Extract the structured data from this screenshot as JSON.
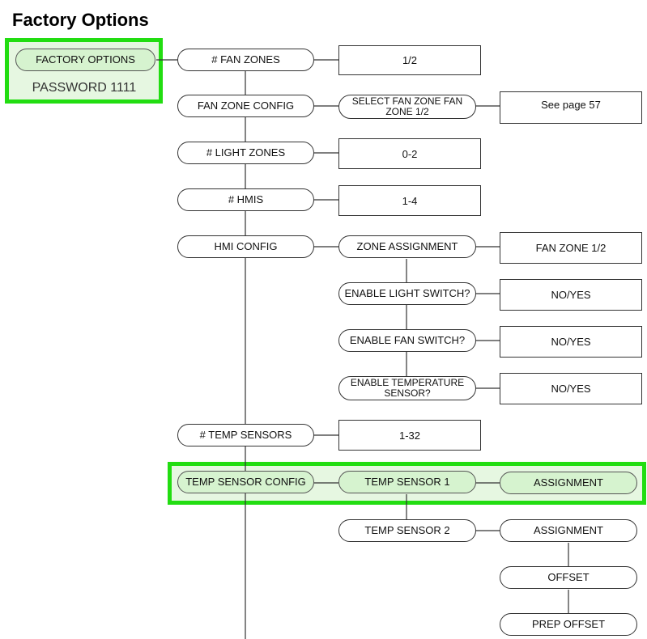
{
  "title": "Factory Options",
  "root": {
    "label": "FACTORY OPTIONS",
    "password": "PASSWORD 1111"
  },
  "menu": [
    {
      "label": "# FAN ZONES",
      "value": "1/2"
    },
    {
      "label": "FAN ZONE CONFIG",
      "sub": "SELECT FAN ZONE FAN ZONE 1/2",
      "value": "See page 57"
    },
    {
      "label": "# LIGHT ZONES",
      "value": "0-2"
    },
    {
      "label": "# HMIS",
      "value": "1-4"
    },
    {
      "label": "HMI CONFIG"
    },
    {
      "label": "# TEMP SENSORS",
      "value": "1-32"
    },
    {
      "label": "TEMP SENSOR CONFIG"
    }
  ],
  "hmi_config": [
    {
      "label": "ZONE ASSIGNMENT",
      "value": "FAN ZONE 1/2"
    },
    {
      "label": "ENABLE LIGHT SWITCH?",
      "value": "NO/YES"
    },
    {
      "label": "ENABLE FAN SWITCH?",
      "value": "NO/YES"
    },
    {
      "label": "ENABLE TEMPERATURE SENSOR?",
      "value": "NO/YES"
    }
  ],
  "temp_sensor_config": [
    {
      "label": "TEMP SENSOR 1",
      "value": "ASSIGNMENT"
    },
    {
      "label": "TEMP SENSOR 2",
      "value": "ASSIGNMENT"
    }
  ],
  "temp_sensor_2_children": [
    "OFFSET",
    "PREP OFFSET"
  ],
  "highlight_color": "#22dd11"
}
